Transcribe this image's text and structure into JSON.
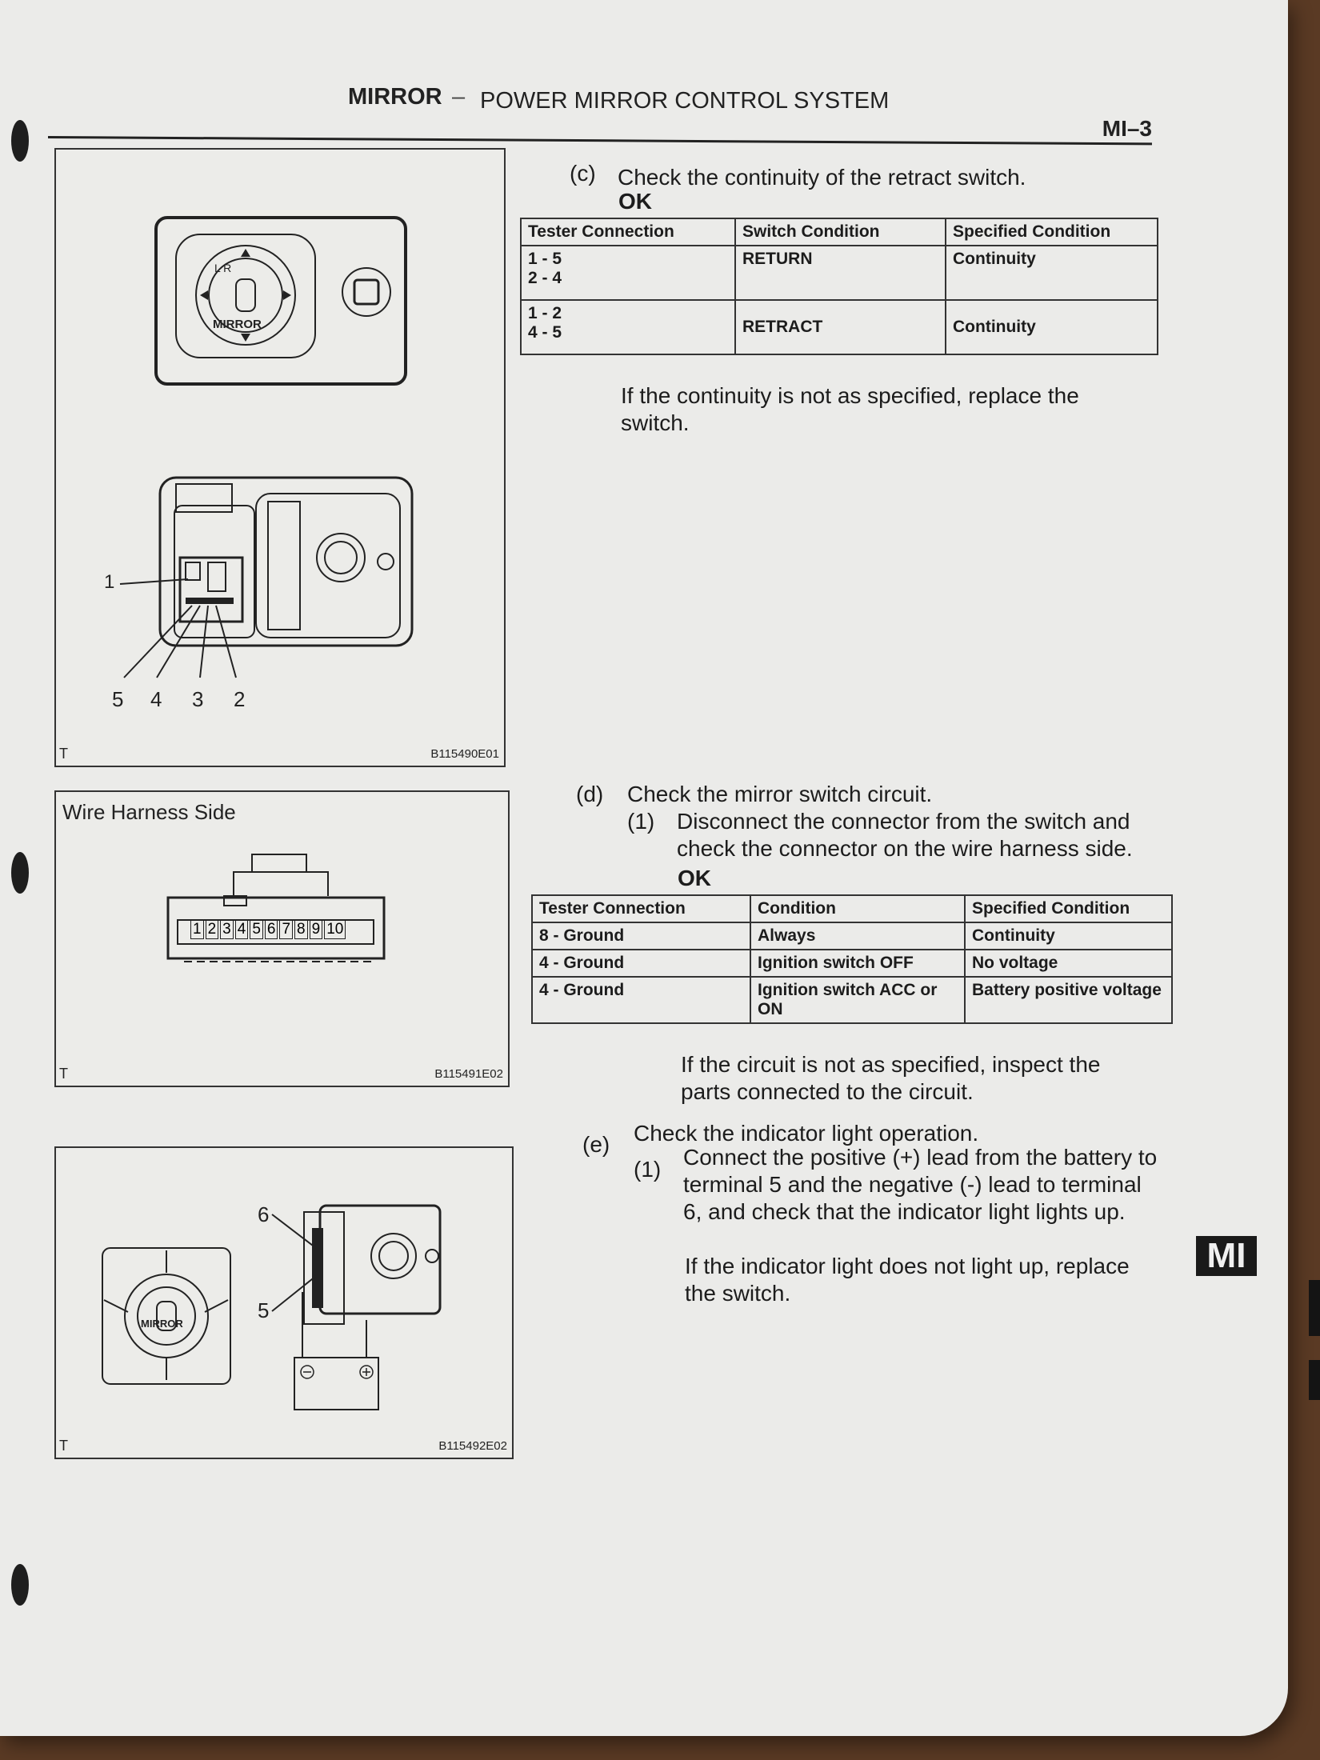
{
  "header": {
    "section": "MIRROR",
    "separator": "–",
    "title": "POWER MIRROR CONTROL SYSTEM",
    "page_number": "MI–3"
  },
  "figures": {
    "fig1": {
      "code": "B115490E01",
      "corner": "T",
      "mirror_label": "MIRROR",
      "lr_label": "L  R",
      "pin_1": "1",
      "pins_bottom": [
        "5",
        "4",
        "3",
        "2"
      ]
    },
    "fig2": {
      "title": "Wire Harness Side",
      "code": "B115491E02",
      "corner": "T",
      "pins": [
        "1",
        "2",
        "3",
        "4",
        "5",
        "6",
        "7",
        "8",
        "9",
        "10"
      ]
    },
    "fig3": {
      "code": "B115492E02",
      "corner": "T",
      "pin_6": "6",
      "pin_5": "5",
      "mirror_label": "MIRROR"
    }
  },
  "step_c": {
    "marker": "(c)",
    "text": "Check the continuity of the retract switch.",
    "ok": "OK",
    "table": {
      "headers": [
        "Tester Connection",
        "Switch Condition",
        "Specified Condition"
      ],
      "rows": [
        [
          "1 - 5\n2 - 4",
          "RETURN",
          "Continuity"
        ],
        [
          "1 - 2\n4 - 5",
          "RETRACT",
          "Continuity"
        ]
      ]
    },
    "note": "If the continuity is not as specified, replace the switch."
  },
  "step_d": {
    "marker": "(d)",
    "text": "Check the mirror switch circuit.",
    "sub_marker": "(1)",
    "sub_text": "Disconnect the connector from the switch and check the connector on the wire harness side.",
    "ok": "OK",
    "table": {
      "headers": [
        "Tester Connection",
        "Condition",
        "Specified Condition"
      ],
      "rows": [
        [
          "8 - Ground",
          "Always",
          "Continuity"
        ],
        [
          "4 - Ground",
          "Ignition switch OFF",
          "No voltage"
        ],
        [
          "4 - Ground",
          "Ignition switch ACC or ON",
          "Battery positive voltage"
        ]
      ]
    },
    "note": "If the circuit is not as specified, inspect the parts connected to the circuit."
  },
  "step_e": {
    "marker": "(e)",
    "text": "Check the indicator light operation.",
    "sub_marker": "(1)",
    "sub_text": "Connect the positive (+) lead from the battery to terminal 5 and the negative (-) lead to terminal 6, and check that the indicator light lights up.",
    "note": "If the indicator light does not light up, replace the switch."
  },
  "side_tab": "MI"
}
